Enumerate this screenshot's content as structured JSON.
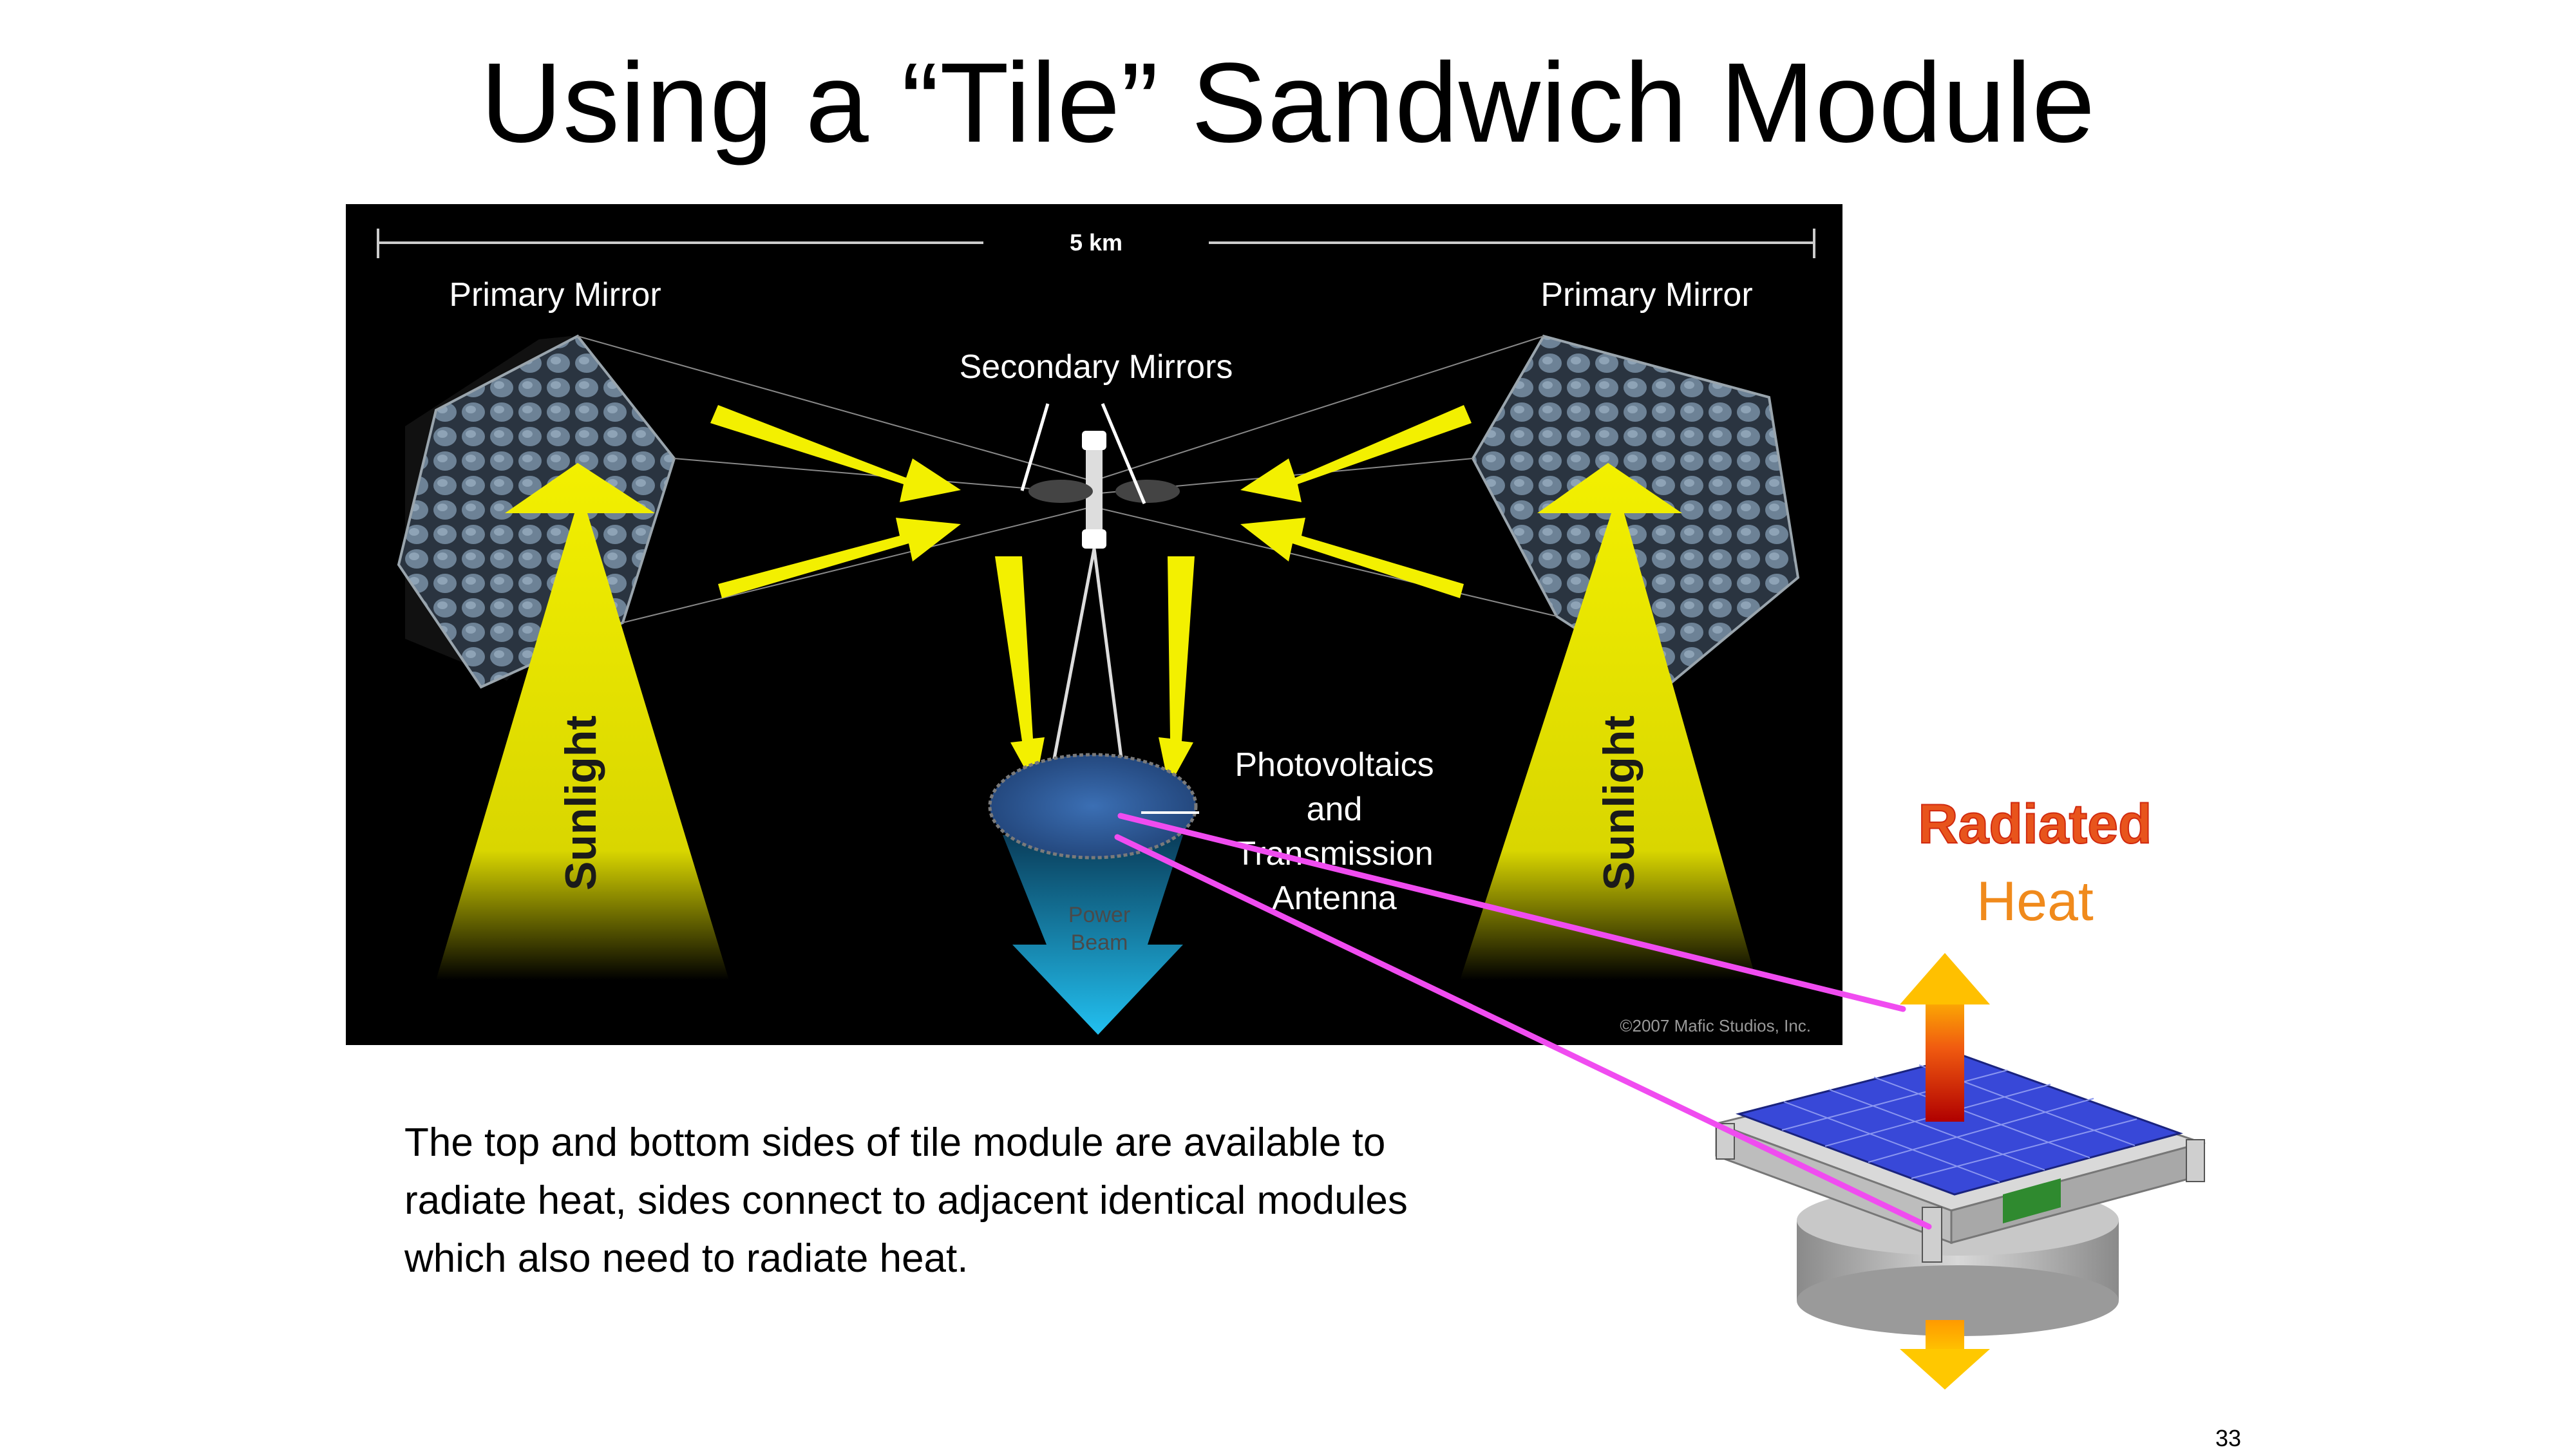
{
  "slide": {
    "title": "Using a “Tile” Sandwich Module",
    "body_text": "The top and bottom sides of tile module are available to radiate heat, sides connect to adjacent identical modules which also need to radiate heat.",
    "page_number": "33"
  },
  "figure": {
    "scale_label": "5 km",
    "primary_mirror_left": "Primary Mirror",
    "primary_mirror_right": "Primary Mirror",
    "secondary_mirrors": "Secondary Mirrors",
    "sunlight_left": "Sunlight",
    "sunlight_right": "Sunlight",
    "pv_line1": "Photovoltaics",
    "pv_line2": "and",
    "pv_line3": "Transmission",
    "pv_line4": "Antenna",
    "power_beam_line1": "Power",
    "power_beam_line2": "Beam",
    "copyright": "©2007 Mafic Studios, Inc."
  },
  "radiated_heat": {
    "line1": "Radiated",
    "line2": "Heat"
  },
  "colors": {
    "figure_background": "#000000",
    "sunlight_yellow": "#f3f000",
    "beam_cyan": "#1aa7e0",
    "connector_magenta": "#f04cf0",
    "pv_blue": "#2e5a9c",
    "panel_blue": "#3848d8",
    "heat_orange": "#e8541c"
  }
}
